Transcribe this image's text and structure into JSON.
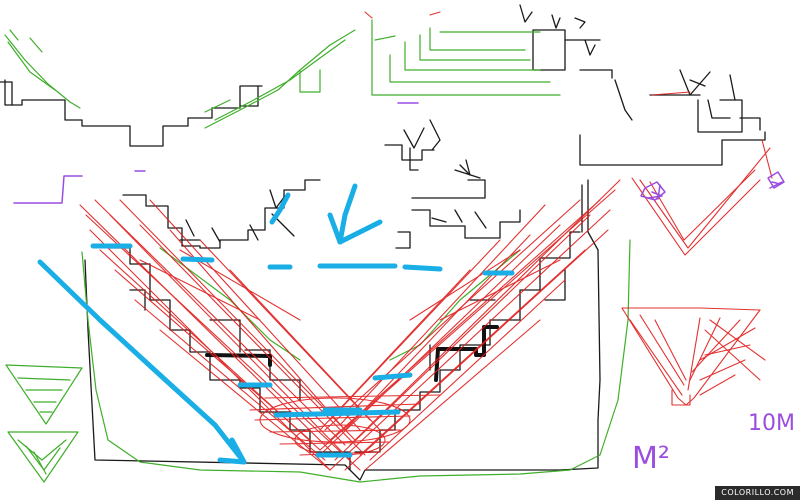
{
  "drawing": {
    "labels": {
      "area_unit": "M²",
      "distance": "10M"
    },
    "watermark": "COLORILLO.COM",
    "colors": {
      "background": "#ffffff",
      "ink": "#1a1a1a",
      "red": "#e01b1b",
      "green": "#3fae2a",
      "blue": "#1aaee6",
      "purple": "#9b4de0"
    }
  }
}
